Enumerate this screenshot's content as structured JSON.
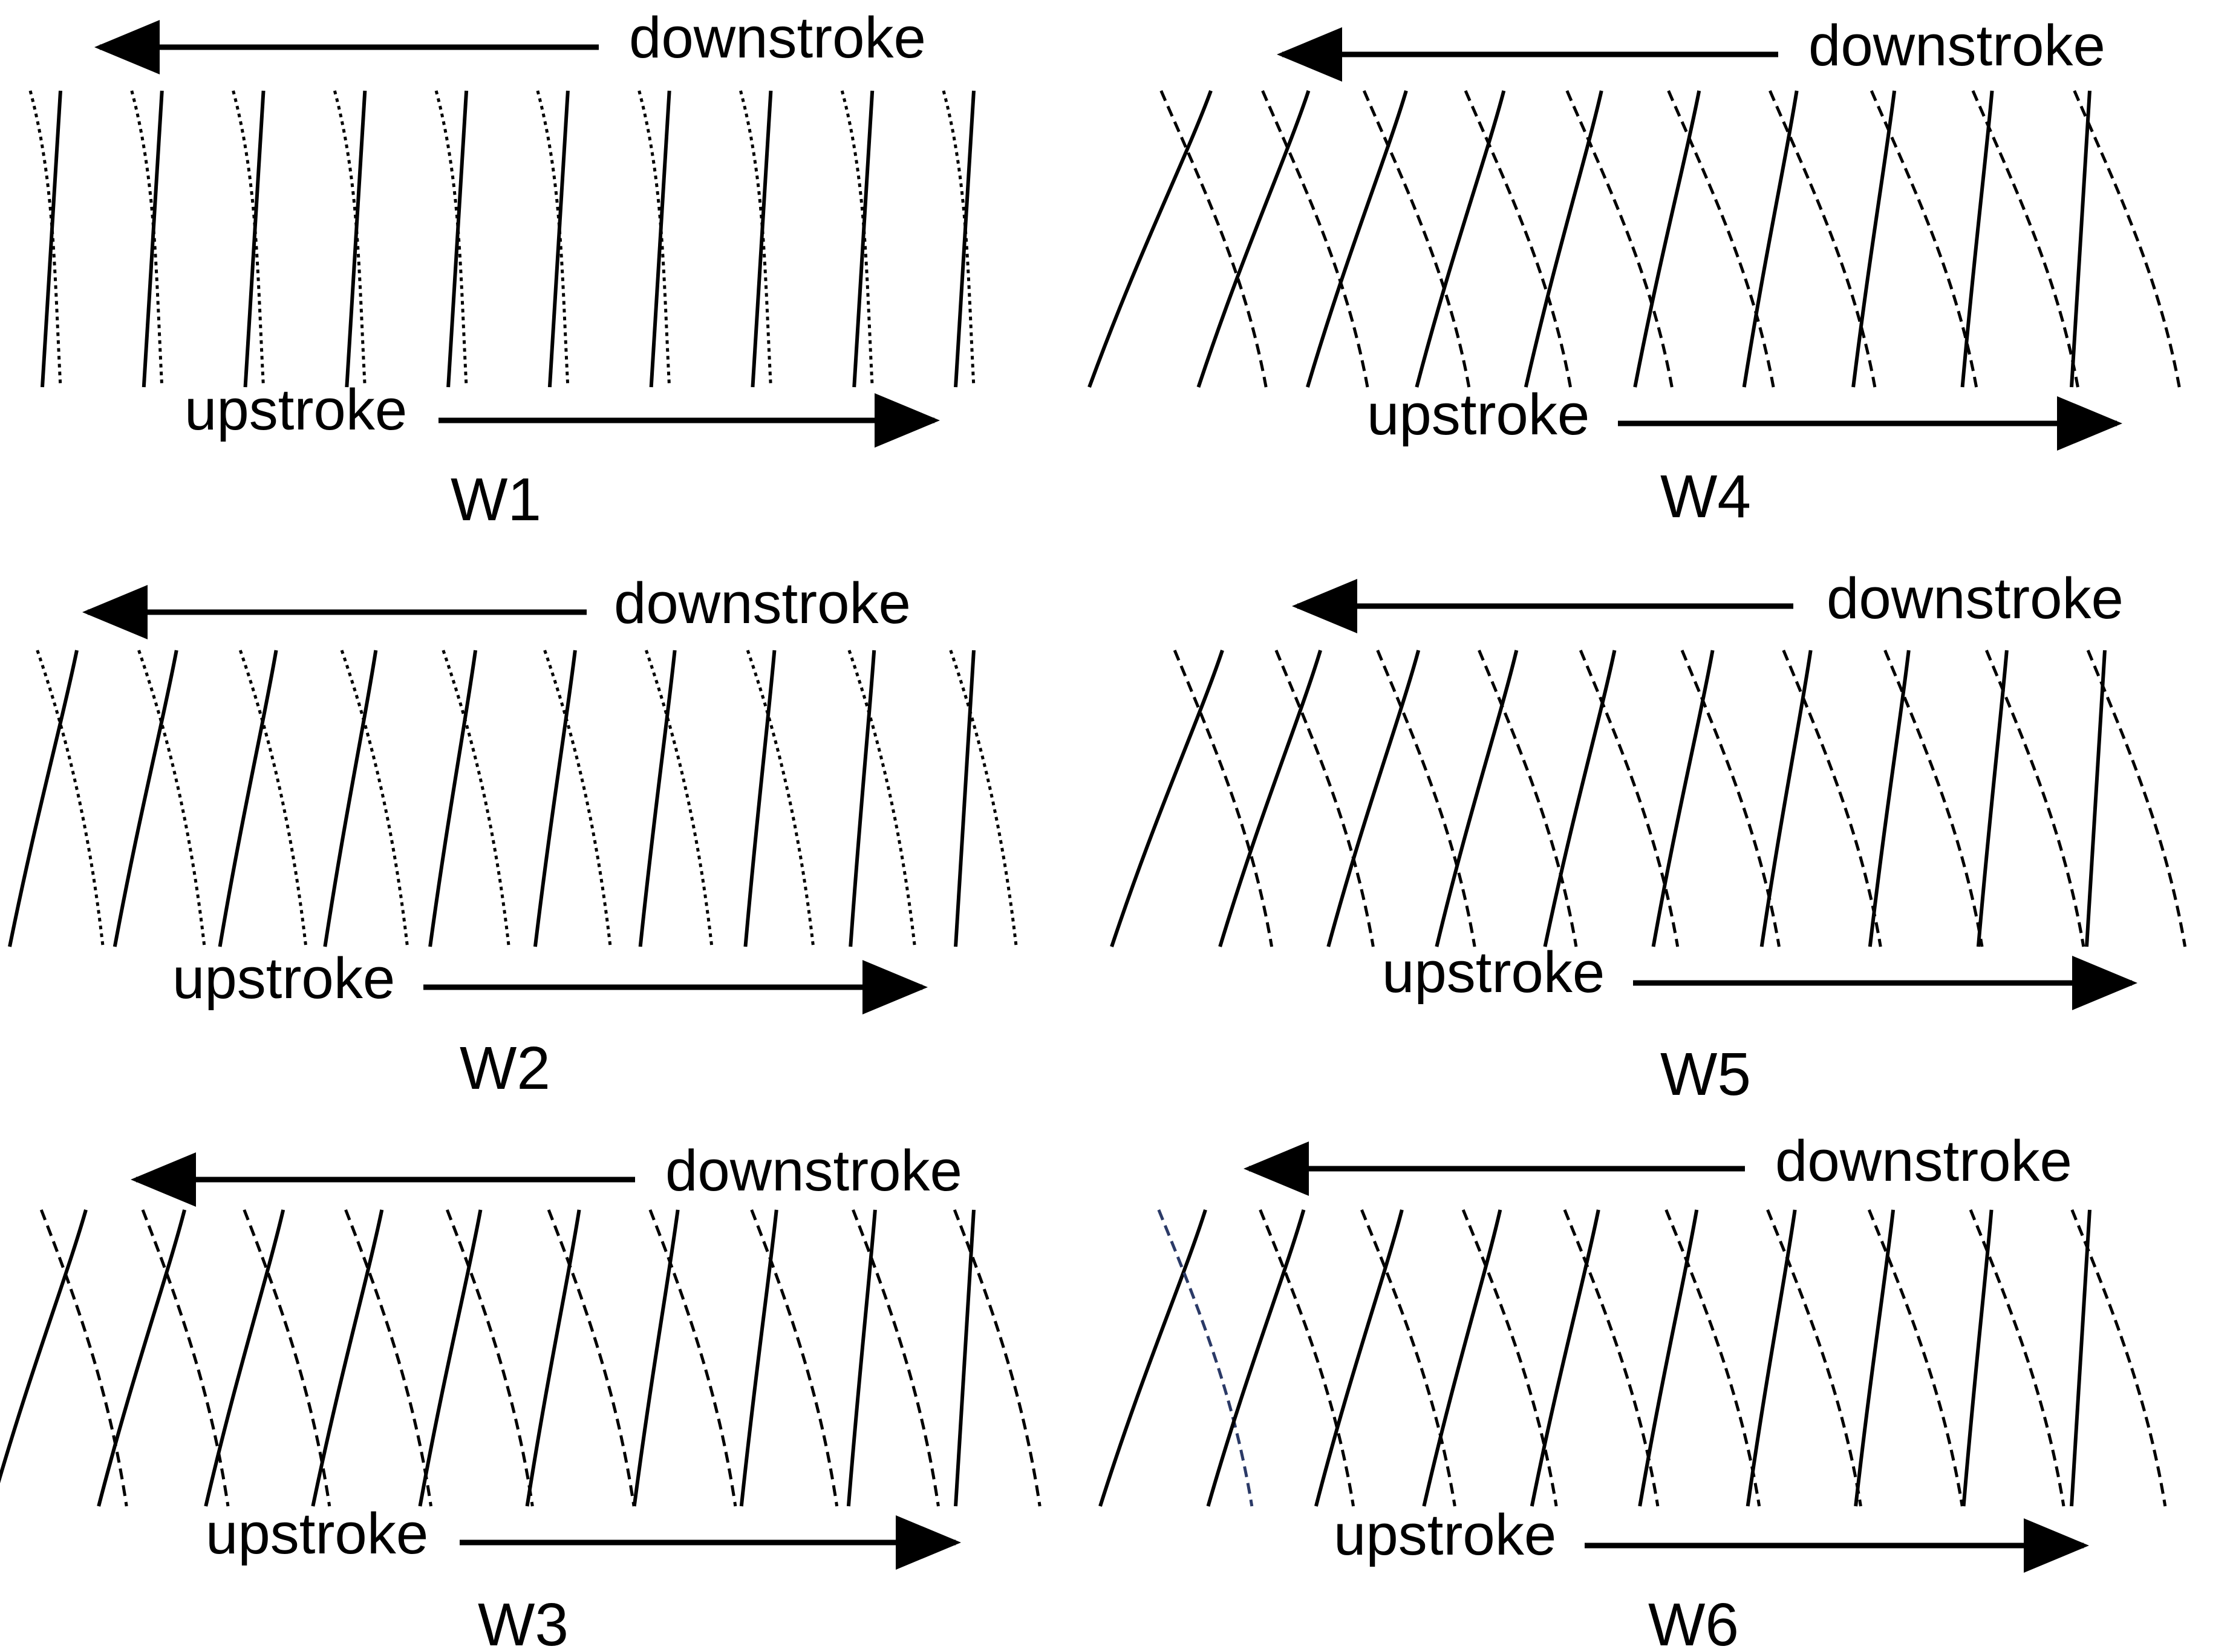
{
  "figure": {
    "panels": [
      {
        "id": "W1",
        "title": "W1",
        "downstroke_label": "downstroke",
        "upstroke_label": "upstroke",
        "sweep": 0.0
      },
      {
        "id": "W4",
        "title": "W4",
        "downstroke_label": "downstroke",
        "upstroke_label": "upstroke",
        "sweep": 0.95
      },
      {
        "id": "W2",
        "title": "W2",
        "downstroke_label": "downstroke",
        "upstroke_label": "upstroke",
        "sweep": 0.45
      },
      {
        "id": "W5",
        "title": "W5",
        "downstroke_label": "downstroke",
        "upstroke_label": "upstroke",
        "sweep": 0.85
      },
      {
        "id": "W3",
        "title": "W3",
        "downstroke_label": "downstroke",
        "upstroke_label": "upstroke",
        "sweep": 0.7
      },
      {
        "id": "W6",
        "title": "W6",
        "downstroke_label": "downstroke",
        "upstroke_label": "upstroke",
        "sweep": 0.8
      }
    ],
    "colors": {
      "ink": "#000000",
      "highlight_stroke": "#2b3a67"
    }
  }
}
